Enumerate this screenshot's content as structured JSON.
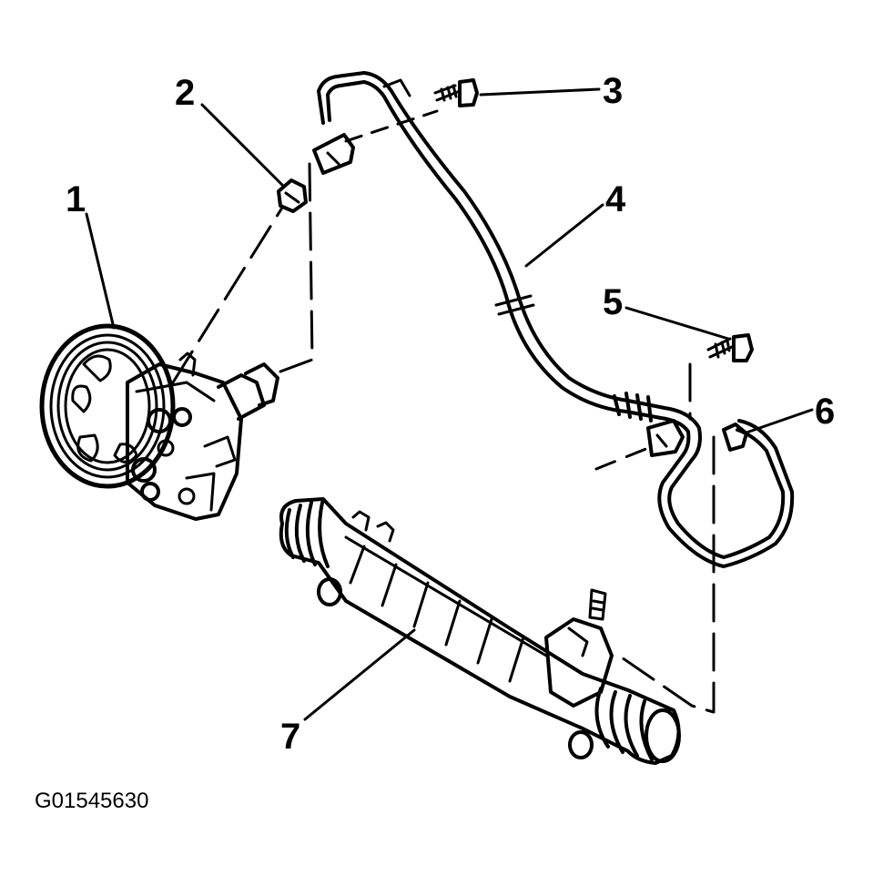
{
  "diagram": {
    "callouts": [
      {
        "id": "1",
        "label": "1"
      },
      {
        "id": "2",
        "label": "2"
      },
      {
        "id": "3",
        "label": "3"
      },
      {
        "id": "4",
        "label": "4"
      },
      {
        "id": "5",
        "label": "5"
      },
      {
        "id": "6",
        "label": "6"
      },
      {
        "id": "7",
        "label": "7"
      }
    ],
    "figure_id": "G01545630"
  }
}
